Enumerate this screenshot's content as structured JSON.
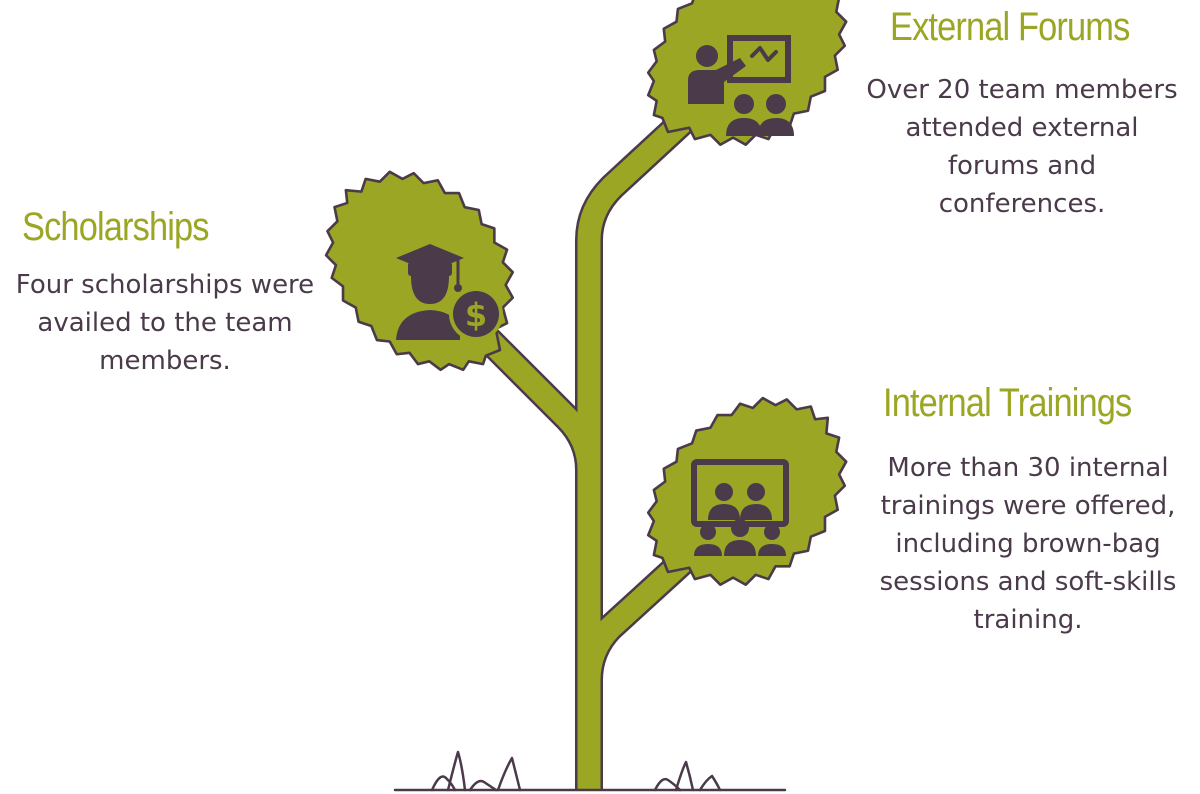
{
  "theme": {
    "leaf_color": "#9aa624",
    "outline_color": "#4a3a4a",
    "heading_color": "#9aa624",
    "text_color": "#4a3a4a"
  },
  "sections": [
    {
      "id": "scholarships",
      "title": "Scholarships",
      "lines": [
        "Four scholarships were",
        "availed to the team",
        "members."
      ],
      "icon": "graduate-scholarship-icon"
    },
    {
      "id": "external-forums",
      "title": "External Forums",
      "lines": [
        "Over 20 team members",
        "attended external",
        "forums and",
        "conferences."
      ],
      "icon": "presenter-audience-icon"
    },
    {
      "id": "internal-trainings",
      "title": "Internal Trainings",
      "lines": [
        "More than 30 internal",
        "trainings were offered,",
        "including brown-bag",
        "sessions and soft-skills",
        "training."
      ],
      "icon": "classroom-icon"
    }
  ]
}
